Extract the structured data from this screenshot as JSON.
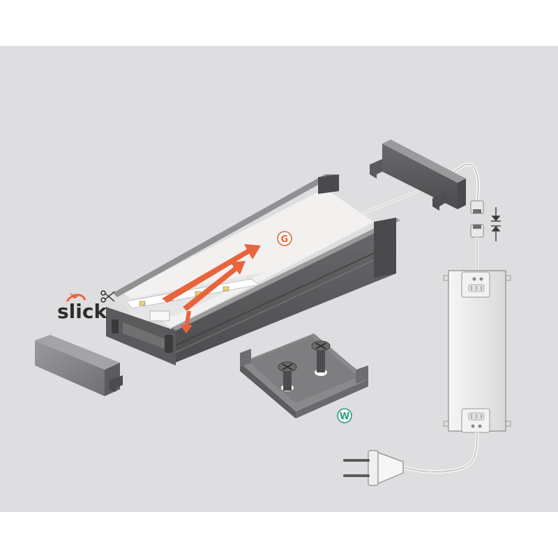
{
  "brand": {
    "text": "slick",
    "accent": "#e8643c"
  },
  "labels": {
    "g_badge": "G",
    "w_badge": "W"
  },
  "colors": {
    "background_panel": "#dedde0",
    "profile_grey": "#6e6e70",
    "accent_orange": "#e8643c",
    "badge_green": "#2a9d7c",
    "cable": "#f4f4f4"
  },
  "icons": [
    "scissors-icon",
    "dimension-arrows-icon",
    "screw-icon",
    "plug-icon"
  ]
}
